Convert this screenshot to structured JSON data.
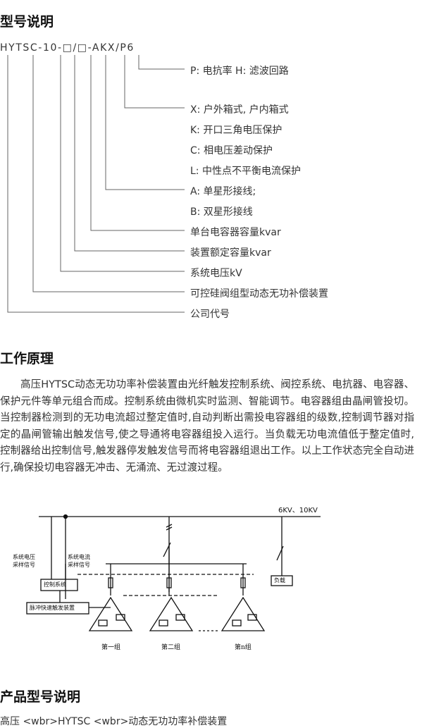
{
  "section1": {
    "title": "型号说明",
    "model_code": "HYTSC-10-□/□-AKX/P6",
    "items": [
      "P:  电抗率   H:  滤波回路",
      "X:  户外箱式,  户内箱式",
      "K:  开口三角电压保护",
      "C:  相电压差动保护",
      "L:  中性点不平衡电流保护",
      "A:  单星形接线;",
      "B:  双星形接线",
      "单台电容器容量kvar",
      "装置额定容量kvar",
      "系统电压kV",
      "可控硅阀组型动态无功补偿装置",
      "公司代号"
    ]
  },
  "section2": {
    "title": "工作原理",
    "paragraph": "高压HYTSC动态无功功率补偿装置由光纤触发控制系统、阀控系统、电抗器、电容器、保护元件等单元组合而成。控制系统由微机实时监测、智能调节。电容器组由晶闸管投切。当控制器检测到的无功电流超过整定值时,自动判断出需投电容器组的级数,控制调节器对指定的晶闸管输出触发信号,使之导通将电容器组投入运行。当负载无功电流值低于整定值时,控制器给出控制信号,触发器停发触发信号而将电容器组退出工作。以上工作状态完全自动进行,确保投切电容器无冲击、无涌流、无过渡过程。"
  },
  "diagram": {
    "bus_label": "6KV、10KV",
    "voltage_signal_label": [
      "系统电压",
      "采样信号"
    ],
    "current_signal_label": [
      "系统电流",
      "采样信号"
    ],
    "control_system": "控制系统",
    "trigger_device": "脉冲快速触发装置",
    "load_label": "负载",
    "groups": [
      "第一组",
      "第二组",
      "第n组"
    ]
  },
  "section3": {
    "title": "产品型号说明",
    "footer_text": "高压 <wbr>HYTSC <wbr>动态无功功率补偿装置"
  }
}
